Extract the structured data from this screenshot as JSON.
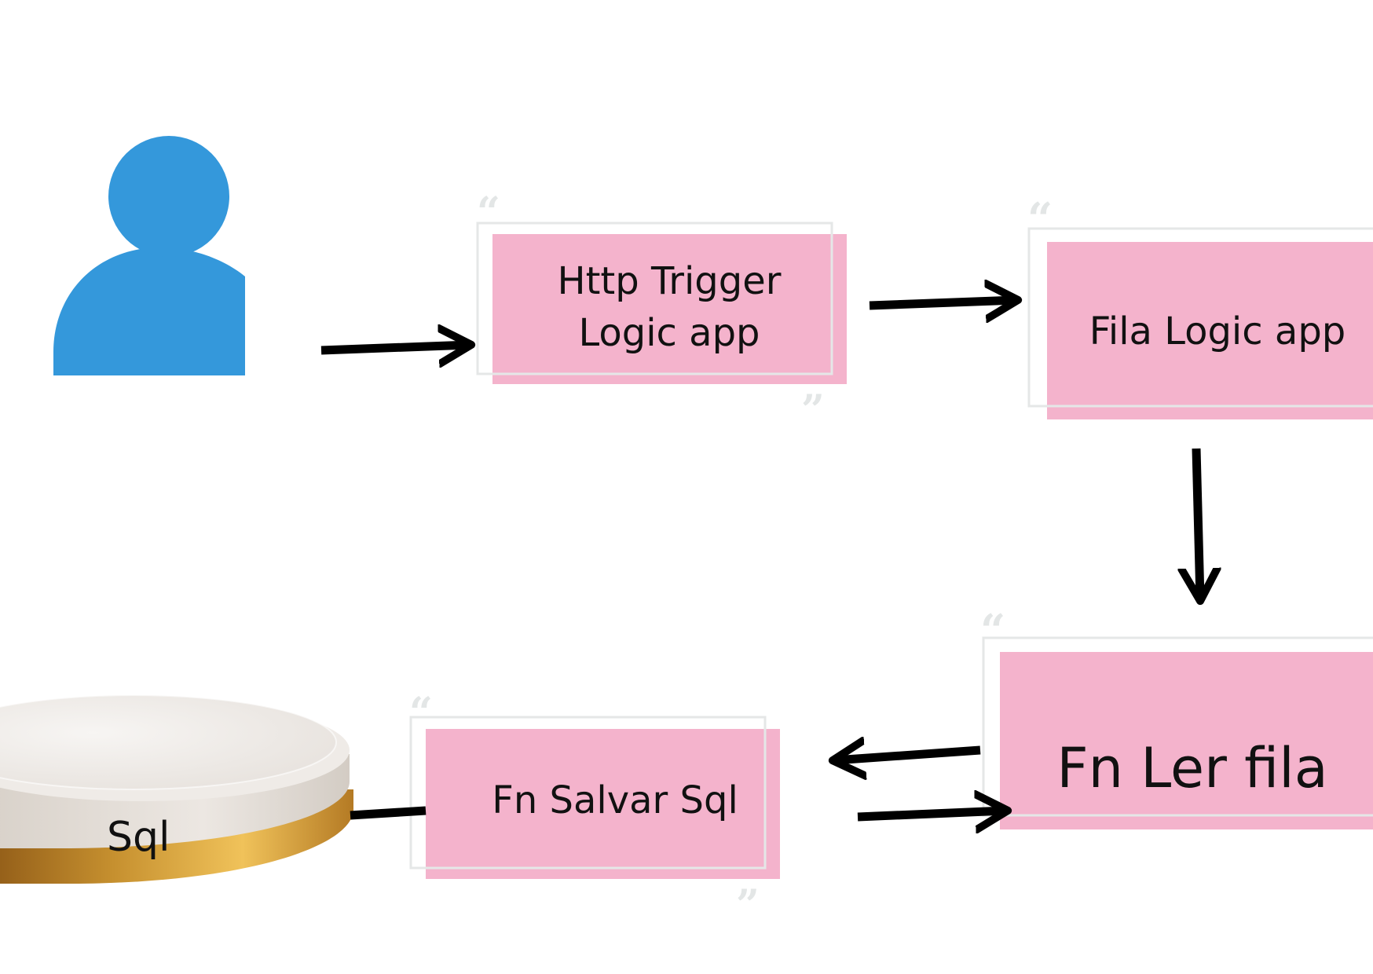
{
  "diagram": {
    "colors": {
      "node_fill": "#f4b3cc",
      "frame": "#e5e7e7",
      "user_icon": "#3498db",
      "arrow": "#000000",
      "db_gold": "#d9a43f",
      "db_top": "#f1efec"
    },
    "quote_open": "“",
    "quote_close": "”",
    "nodes": {
      "user": {
        "icon": "user-icon"
      },
      "http_trigger": {
        "line1": "Http Trigger",
        "line2": "Logic app"
      },
      "fila_logic": {
        "label": "Fila Logic app"
      },
      "fn_ler_fila": {
        "label": "Fn Ler fila"
      },
      "fn_salvar_sql": {
        "label": "Fn Salvar Sql"
      },
      "sql": {
        "label": "Sql",
        "icon": "database-icon"
      }
    }
  }
}
